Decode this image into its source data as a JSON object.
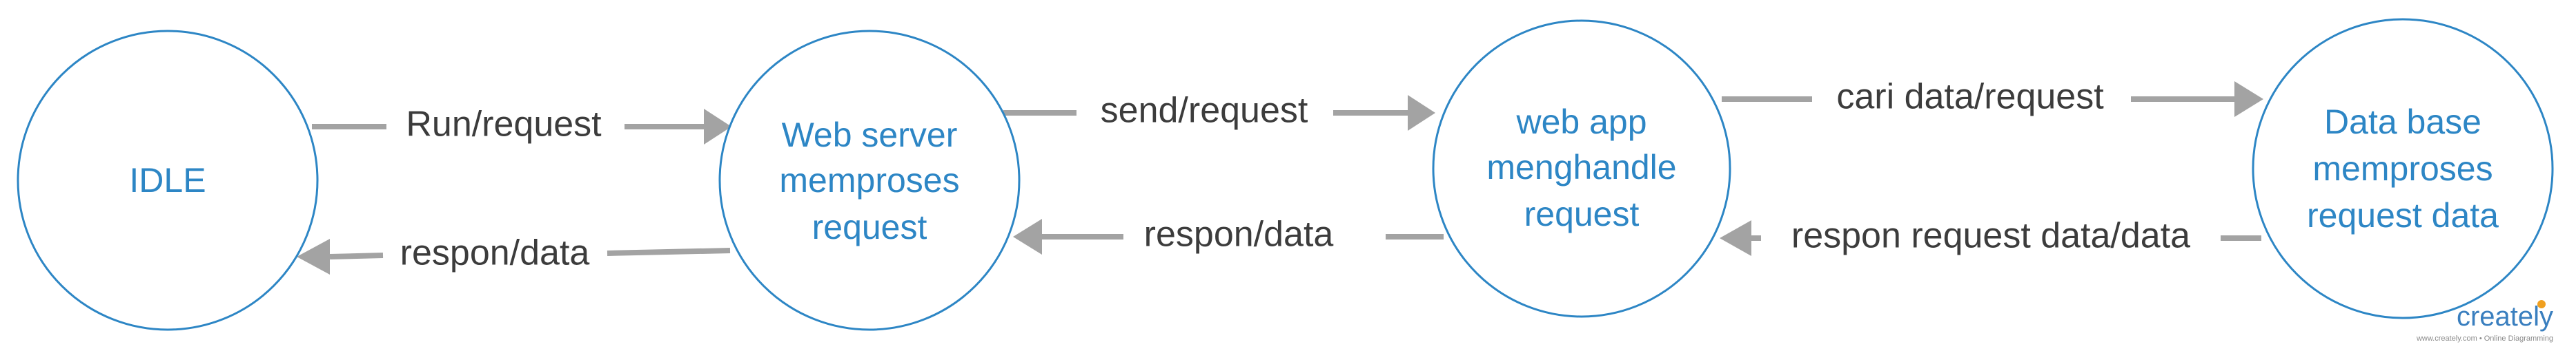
{
  "diagram": {
    "nodes": [
      {
        "id": "idle",
        "lines": [
          "IDLE"
        ]
      },
      {
        "id": "web-server",
        "lines": [
          "Web server",
          "memproses",
          "request"
        ]
      },
      {
        "id": "web-app",
        "lines": [
          "web app",
          "menghandle",
          "request"
        ]
      },
      {
        "id": "database",
        "lines": [
          "Data base",
          "memproses",
          "request data"
        ]
      }
    ],
    "edges": [
      {
        "id": "run-request",
        "from": "idle",
        "to": "web-server",
        "label": "Run/request"
      },
      {
        "id": "respon-data-1",
        "from": "web-server",
        "to": "idle",
        "label": "respon/data"
      },
      {
        "id": "send-request",
        "from": "web-server",
        "to": "web-app",
        "label": "send/request"
      },
      {
        "id": "respon-data-2",
        "from": "web-app",
        "to": "web-server",
        "label": "respon/data"
      },
      {
        "id": "cari-data",
        "from": "web-app",
        "to": "database",
        "label": "cari data/request"
      },
      {
        "id": "respon-request-data",
        "from": "database",
        "to": "web-app",
        "label": "respon request data/data"
      }
    ]
  },
  "branding": {
    "wordmark": "creately",
    "tagline": "www.creately.com • Online Diagramming"
  },
  "colors": {
    "node_stroke": "#2d86c5",
    "node_text": "#2d86c5",
    "edge": "#a3a3a3",
    "edge_label": "#3c3c3c",
    "brand_accent": "#f0a020"
  }
}
